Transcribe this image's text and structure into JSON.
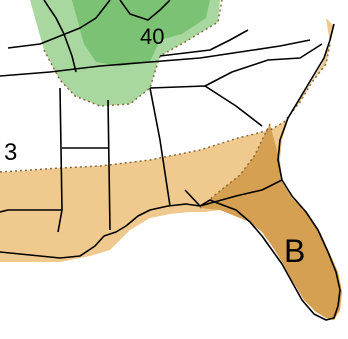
{
  "map": {
    "labels": {
      "contour_40": "40",
      "contour_3": "3",
      "category_b": "B"
    },
    "colors": {
      "background": "#ffffff",
      "green_outer": "#a8d8a0",
      "green_inner": "#7cc274",
      "tan_light": "#efc98d",
      "tan_dark": "#d6a052",
      "border_line": "#000000",
      "contour_line": "#8a6a3a"
    }
  }
}
